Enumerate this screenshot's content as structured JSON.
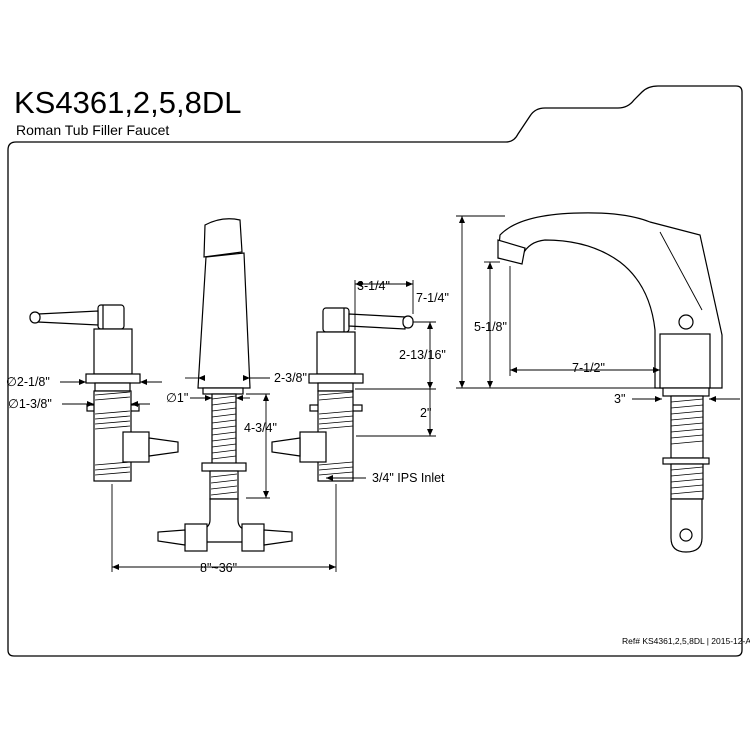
{
  "header": {
    "model": "KS4361,2,5,8DL",
    "subtitle": "Roman Tub Filler Faucet"
  },
  "dimensions": {
    "handle_outer_dia": "∅2-1/8\"",
    "handle_inner_dia": "∅1-3/8\"",
    "spout_shank_dia": "∅1\"",
    "handle_width": "3-1/4\"",
    "handle_height": "2-13/16\"",
    "body_width": "2-3/8\"",
    "shank_length": "2\"",
    "spout_shank_length": "4-3/4\"",
    "inlet": "3/4\" IPS Inlet",
    "spread": "8\"~36\"",
    "overall_height": "7-1/4\"",
    "spout_height": "5-1/8\"",
    "spout_reach": "7-1/2\"",
    "base_width": "3\""
  },
  "footer": {
    "reference": "Ref# KS4361,2,5,8DL | 2015-12-A"
  }
}
